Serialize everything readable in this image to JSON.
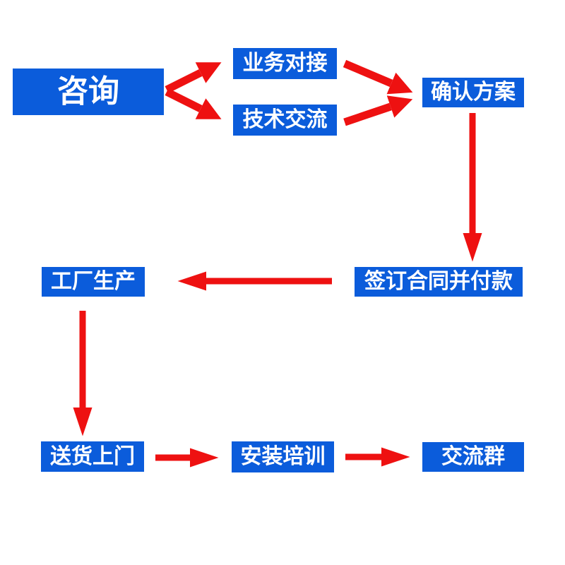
{
  "diagram": {
    "type": "flowchart",
    "colors": {
      "node_bg": "#0b5cdb",
      "node_text": "#ffffff",
      "arrow": "#ee1111",
      "background": "#ffffff"
    },
    "nodes": {
      "consult": {
        "label": "咨询"
      },
      "business": {
        "label": "业务对接"
      },
      "tech": {
        "label": "技术交流"
      },
      "confirm": {
        "label": "确认方案"
      },
      "contract": {
        "label": "签订合同并付款"
      },
      "factory": {
        "label": "工厂生产"
      },
      "delivery": {
        "label": "送货上门"
      },
      "install": {
        "label": "安装培训"
      },
      "group": {
        "label": "交流群"
      }
    },
    "edges": [
      {
        "from": "咨询",
        "to": "业务对接"
      },
      {
        "from": "咨询",
        "to": "技术交流"
      },
      {
        "from": "业务对接",
        "to": "确认方案"
      },
      {
        "from": "技术交流",
        "to": "确认方案"
      },
      {
        "from": "确认方案",
        "to": "签订合同并付款"
      },
      {
        "from": "签订合同并付款",
        "to": "工厂生产"
      },
      {
        "from": "工厂生产",
        "to": "送货上门"
      },
      {
        "from": "送货上门",
        "to": "安装培训"
      },
      {
        "from": "安装培训",
        "to": "交流群"
      }
    ]
  }
}
